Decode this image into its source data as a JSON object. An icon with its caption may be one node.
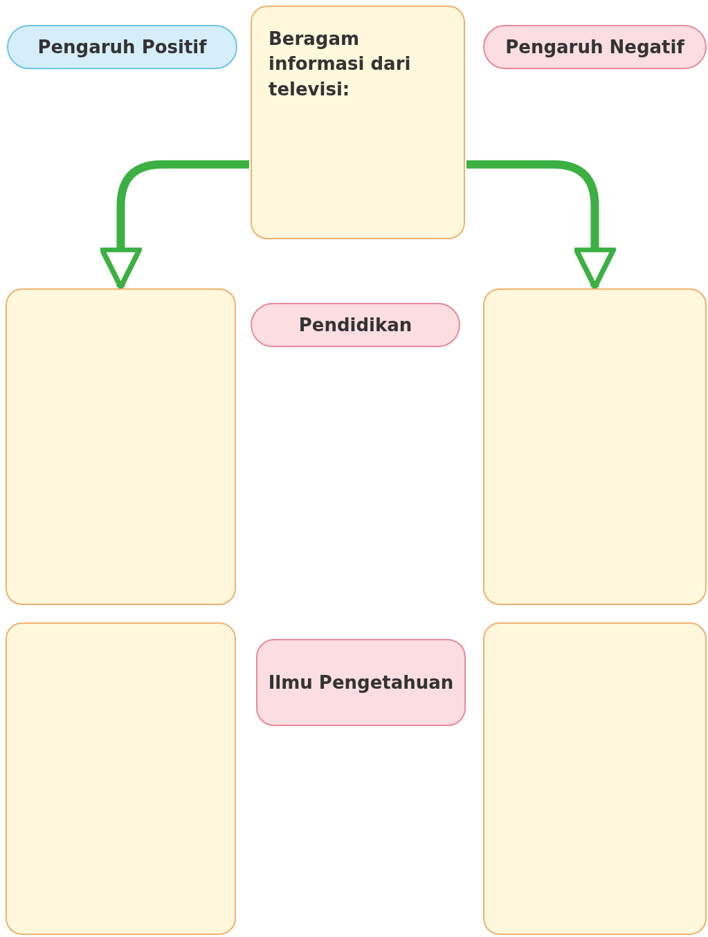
{
  "diagram": {
    "nodes": [
      {
        "text": [
          "Pengaruh Positif"
        ]
      },
      {
        "text": [
          "Beragam informasi dari televisi:"
        ]
      },
      {
        "text": [
          "Pengaruh Negatif"
        ]
      },
      {
        "text": [],
        "shape": "box"
      },
      {
        "text": [
          "Pendidikan"
        ]
      },
      {
        "text": [],
        "shape": "box"
      },
      {
        "text": [],
        "shape": "box"
      },
      {
        "text": [
          "Ilmu Pengetahuan"
        ]
      },
      {
        "text": [],
        "shape": "box"
      }
    ],
    "edges": [
      {
        "from": 1,
        "to": 3,
        "arrow": "to"
      },
      {
        "from": 1,
        "to": 5,
        "arrow": "to"
      }
    ]
  }
}
